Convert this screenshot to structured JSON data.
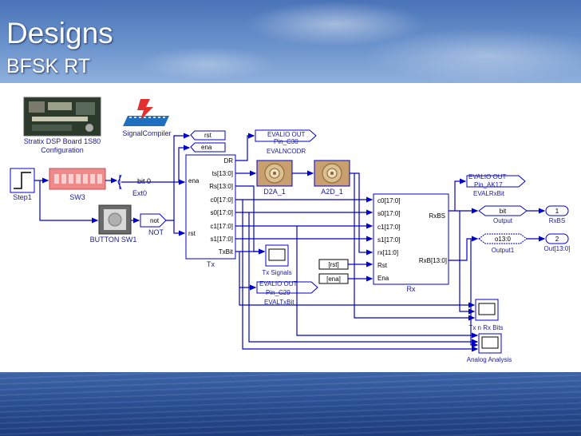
{
  "slide": {
    "title": "Designs",
    "subtitle": "BFSK RT"
  },
  "blocks": {
    "stratix_line1": "Stratix DSP Board 1S80",
    "stratix_line2": "Configuration",
    "signal_compiler": "SignalCompiler",
    "step": "Step1",
    "sw3": "SW3",
    "ext0_tag": "bit 0",
    "ext0": "Ext0",
    "button": "BUTTON SW1",
    "not_tag": "not",
    "not": "NOT",
    "rst_tag": "rst",
    "ena_tag": "ena",
    "tx": "Tx",
    "tx_in_ena": "ena",
    "tx_in_rst": "rst",
    "tx_out": [
      "DR",
      "ts[13:0]",
      "Rs[13:0]",
      "c0[17:0]",
      "s0[17:0]",
      "c1[17:0]",
      "s1[17:0]",
      "TxBit"
    ],
    "evalncodr_l1": "EVALIO OUT",
    "evalncodr_l2": "Pin_C30",
    "evalncodr": "EVALNCODR",
    "d2a": "D2A_1",
    "a2d": "A2D_1",
    "tx_signals": "Tx Signals",
    "evaltxbit_l1": "EVALIO OUT",
    "evaltxbit_l2": "Pin_C29",
    "evaltxbit": "EVALTxBit",
    "rst_const": "[rst]",
    "ena_const": "[ena]",
    "rx": "Rx",
    "rx_in": [
      "c0[17:0]",
      "s0[17:0]",
      "c1[17:0]",
      "s1[17:0]",
      "rx[11:0]",
      "Rst",
      "Ena"
    ],
    "rx_out_bs": "RxBS",
    "rx_out_b": "RxB[13:0]",
    "evalrxbit_l1": "EVALIO OUT",
    "evalrxbit_l2": "Pin_AK17",
    "evalrxbit": "EVALRxBit",
    "output_tag": "bit",
    "output": "Output",
    "output1_tag": "o13:0",
    "output1": "Output1",
    "port1_num": "1",
    "port1": "RxBS",
    "port2_num": "2",
    "port2": "Out[13:0]",
    "tx_rx_bits": "Tx n Rx Bits",
    "analog": "Analog Analysis"
  },
  "colors": {
    "wire": "#0000cc",
    "text": "#1a1a99",
    "block_fill": "#ffffff"
  }
}
